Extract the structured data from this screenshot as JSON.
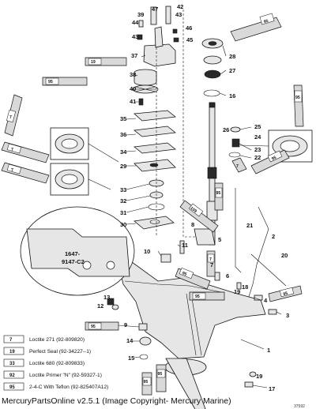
{
  "diagram": {
    "callouts": {
      "c1": "1",
      "c2": "2",
      "c3": "3",
      "c4": "4",
      "c5": "5",
      "c6": "6",
      "c7": "7",
      "c8": "8",
      "c9": "9",
      "c10": "10",
      "c11": "11",
      "c12": "12",
      "c13": "13",
      "c14": "14",
      "c15": "15",
      "c16": "16",
      "c17": "17",
      "c18": "18",
      "c19a": "19",
      "c19b": "19",
      "c20": "20",
      "c21": "21",
      "c22": "22",
      "c23": "23",
      "c24": "24",
      "c25": "25",
      "c26": "26",
      "c27": "27",
      "c28": "28",
      "c29": "29",
      "c30": "30",
      "c31": "31",
      "c32": "32",
      "c33": "33",
      "c34": "34",
      "c35": "35",
      "c36": "36",
      "c37": "37",
      "c38": "38",
      "c39": "39",
      "c40": "40",
      "c41": "41",
      "c42": "42",
      "c43a": "43",
      "c43b": "43",
      "c44": "44",
      "c45": "45",
      "c46": "46",
      "c47": "47"
    },
    "tube_badges": {
      "t95_top_right": "95",
      "t19_left": "19",
      "t95_left_a": "95",
      "t7_left_a": "7",
      "t7_left_b": "7",
      "t7_left_c": "7",
      "t95_right_a": "95",
      "t95_right_b": "95",
      "t109_center": "109",
      "t95_center_a": "95",
      "t7_center": "7",
      "t95_center_b": "95",
      "t95_lower_left": "95",
      "t95_lower_right": "95",
      "t7_small": "7",
      "t95_bottom_a": "95",
      "t95_bottom_b": "95",
      "t95_lower_mid": "95"
    },
    "part_number_detail": "1647-\n9147-C2",
    "part_number_line1": "1647-",
    "part_number_line2": "9147-C2",
    "figure_number": "37592",
    "legend": [
      {
        "code": "7",
        "text": "Loctite 271 (92-809820)"
      },
      {
        "code": "19",
        "text": "Perfect Seal (92-34227--1)"
      },
      {
        "code": "33",
        "text": "Loctite 680 (92-809833)"
      },
      {
        "code": "92",
        "text": "Loctite Primer \"N\" (92-59327-1)"
      },
      {
        "code": "95",
        "text": "2-4-C With Teflon (92-825407A12)"
      }
    ]
  },
  "caption": "MercuryPartsOnline v2.5.1 (Image Copyright- Mercury Marine)"
}
